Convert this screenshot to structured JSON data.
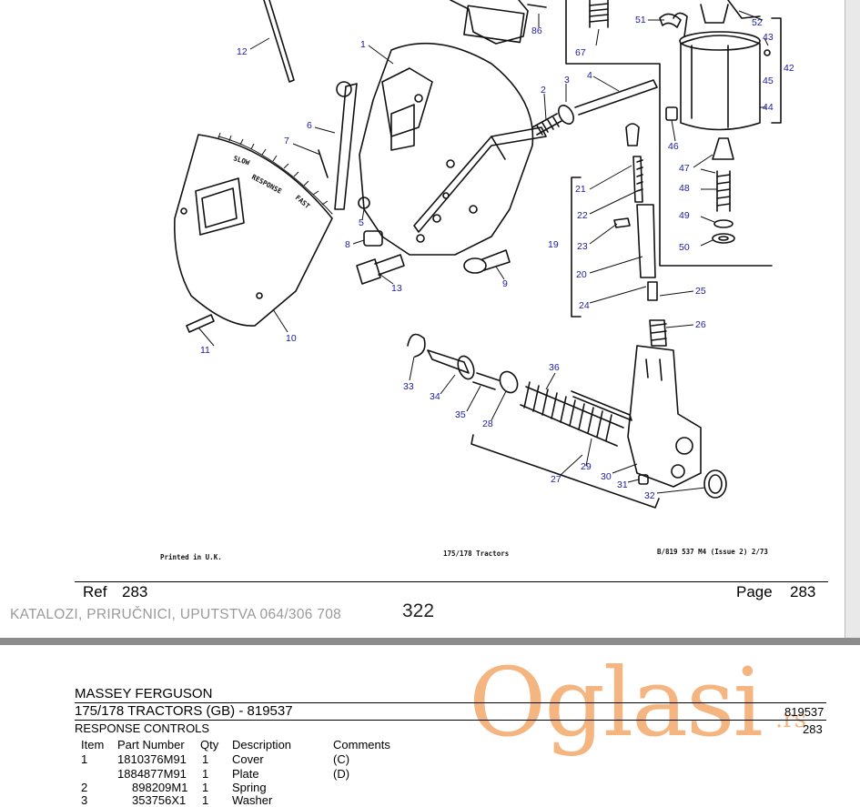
{
  "diagram": {
    "labels": [
      {
        "n": "1"
      },
      {
        "n": "2"
      },
      {
        "n": "3"
      },
      {
        "n": "4"
      },
      {
        "n": "5"
      },
      {
        "n": "6"
      },
      {
        "n": "7"
      },
      {
        "n": "8"
      },
      {
        "n": "9"
      },
      {
        "n": "10"
      },
      {
        "n": "11"
      },
      {
        "n": "12"
      },
      {
        "n": "13"
      },
      {
        "n": "19"
      },
      {
        "n": "20"
      },
      {
        "n": "21"
      },
      {
        "n": "22"
      },
      {
        "n": "23"
      },
      {
        "n": "24"
      },
      {
        "n": "25"
      },
      {
        "n": "26"
      },
      {
        "n": "27"
      },
      {
        "n": "28"
      },
      {
        "n": "29"
      },
      {
        "n": "30"
      },
      {
        "n": "31"
      },
      {
        "n": "32"
      },
      {
        "n": "33"
      },
      {
        "n": "34"
      },
      {
        "n": "35"
      },
      {
        "n": "36"
      },
      {
        "n": "42"
      },
      {
        "n": "43"
      },
      {
        "n": "44"
      },
      {
        "n": "45"
      },
      {
        "n": "46"
      },
      {
        "n": "47"
      },
      {
        "n": "48"
      },
      {
        "n": "49"
      },
      {
        "n": "50"
      },
      {
        "n": "51"
      },
      {
        "n": "52"
      },
      {
        "n": "67"
      },
      {
        "n": "86"
      }
    ],
    "dial_text_slow": "SLOW",
    "dial_text_response": "RESPONSE",
    "dial_text_fast": "FAST",
    "printed": "Printed in U.K.",
    "model": "175/178 Tractors",
    "issue": "B/819 537 M4 (Issue 2) 2/73"
  },
  "ref_bar": {
    "ref_label": "Ref",
    "ref_value": "283",
    "page_label": "Page",
    "page_value": "283"
  },
  "watermark": "KATALOZI, PRIRUČNICI, UPUTSTVA 064/306 708",
  "page_number": "322",
  "header": {
    "brand": "MASSEY FERGUSON",
    "model_line": "175/178 TRACTORS (GB) - 819537",
    "model_code": "819537",
    "section": "RESPONSE CONTROLS",
    "section_code": "283"
  },
  "columns": {
    "item": "Item",
    "part": "Part Number",
    "qty": "Qty",
    "desc": "Description",
    "comments": "Comments"
  },
  "parts": [
    {
      "item": "1",
      "part": "1810376M91",
      "qty": "1",
      "desc": "Cover",
      "comments": "(C)"
    },
    {
      "item": "",
      "part": "1884877M91",
      "qty": "1",
      "desc": "Plate",
      "comments": "(D)"
    },
    {
      "item": "2",
      "part": "898209M1",
      "qty": "1",
      "desc": "Spring",
      "comments": ""
    },
    {
      "item": "3",
      "part": "353756X1",
      "qty": "1",
      "desc": "Washer",
      "comments": ""
    }
  ],
  "logo": {
    "text": "Oglasi",
    "suffix": ".rs"
  }
}
